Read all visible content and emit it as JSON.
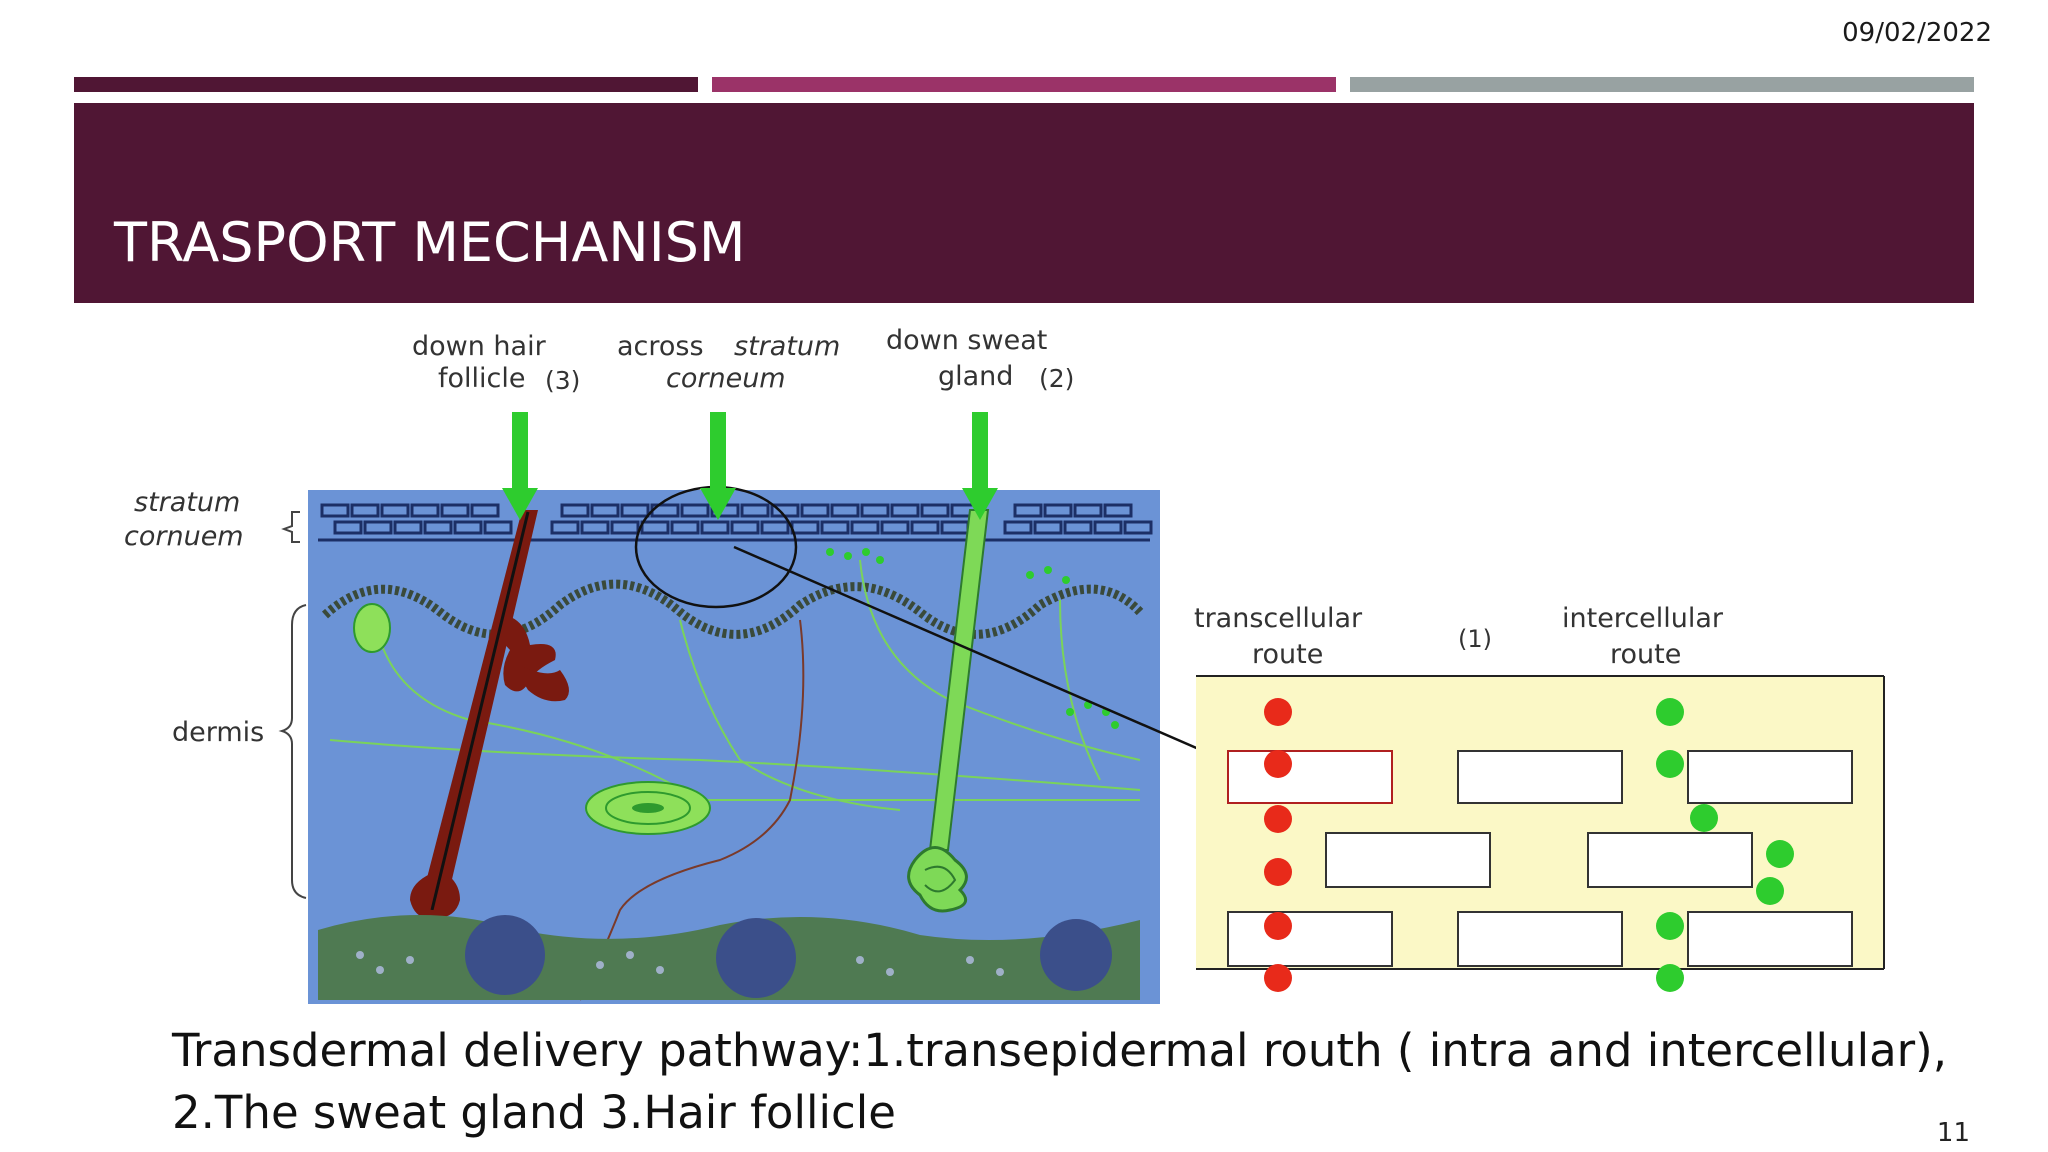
{
  "header": {
    "date": "09/02/2022"
  },
  "accent_colors": {
    "bar1": "#501634",
    "bar2": "#9b3368",
    "bar3": "#98a2a2",
    "title_band": "#501634"
  },
  "slide": {
    "title": "TRASPORT MECHANISM",
    "page_number": "11"
  },
  "diagram": {
    "top_labels": {
      "hair_line1": "down hair",
      "hair_line2": "follicle",
      "hair_num": "(3)",
      "sc_line1": "across",
      "sc_line1_italic": "stratum",
      "sc_line2": "corneum",
      "sweat_line1": "down sweat",
      "sweat_line2": "gland",
      "sweat_num": "(2)"
    },
    "side_labels": {
      "sc_line1": "stratum",
      "sc_line2": "cornuem",
      "dermis": "dermis"
    },
    "inset_labels": {
      "transcellular_line1": "transcellular",
      "transcellular_line2": "route",
      "route_num": "(1)",
      "intercellular_line1": "intercellular",
      "intercellular_line2": "route"
    },
    "colors": {
      "skin": "#6b93d6",
      "arrow": "#2ecc2e",
      "hair": "#7a1a10",
      "inset": "#fbf8c6",
      "transcellular_dot": "#e82a1a",
      "intercellular_dot": "#2ecc2e"
    }
  },
  "caption": {
    "text": "Transdermal delivery pathway:1.transepidermal routh ( intra and intercellular), 2.The sweat gland 3.Hair follicle"
  }
}
